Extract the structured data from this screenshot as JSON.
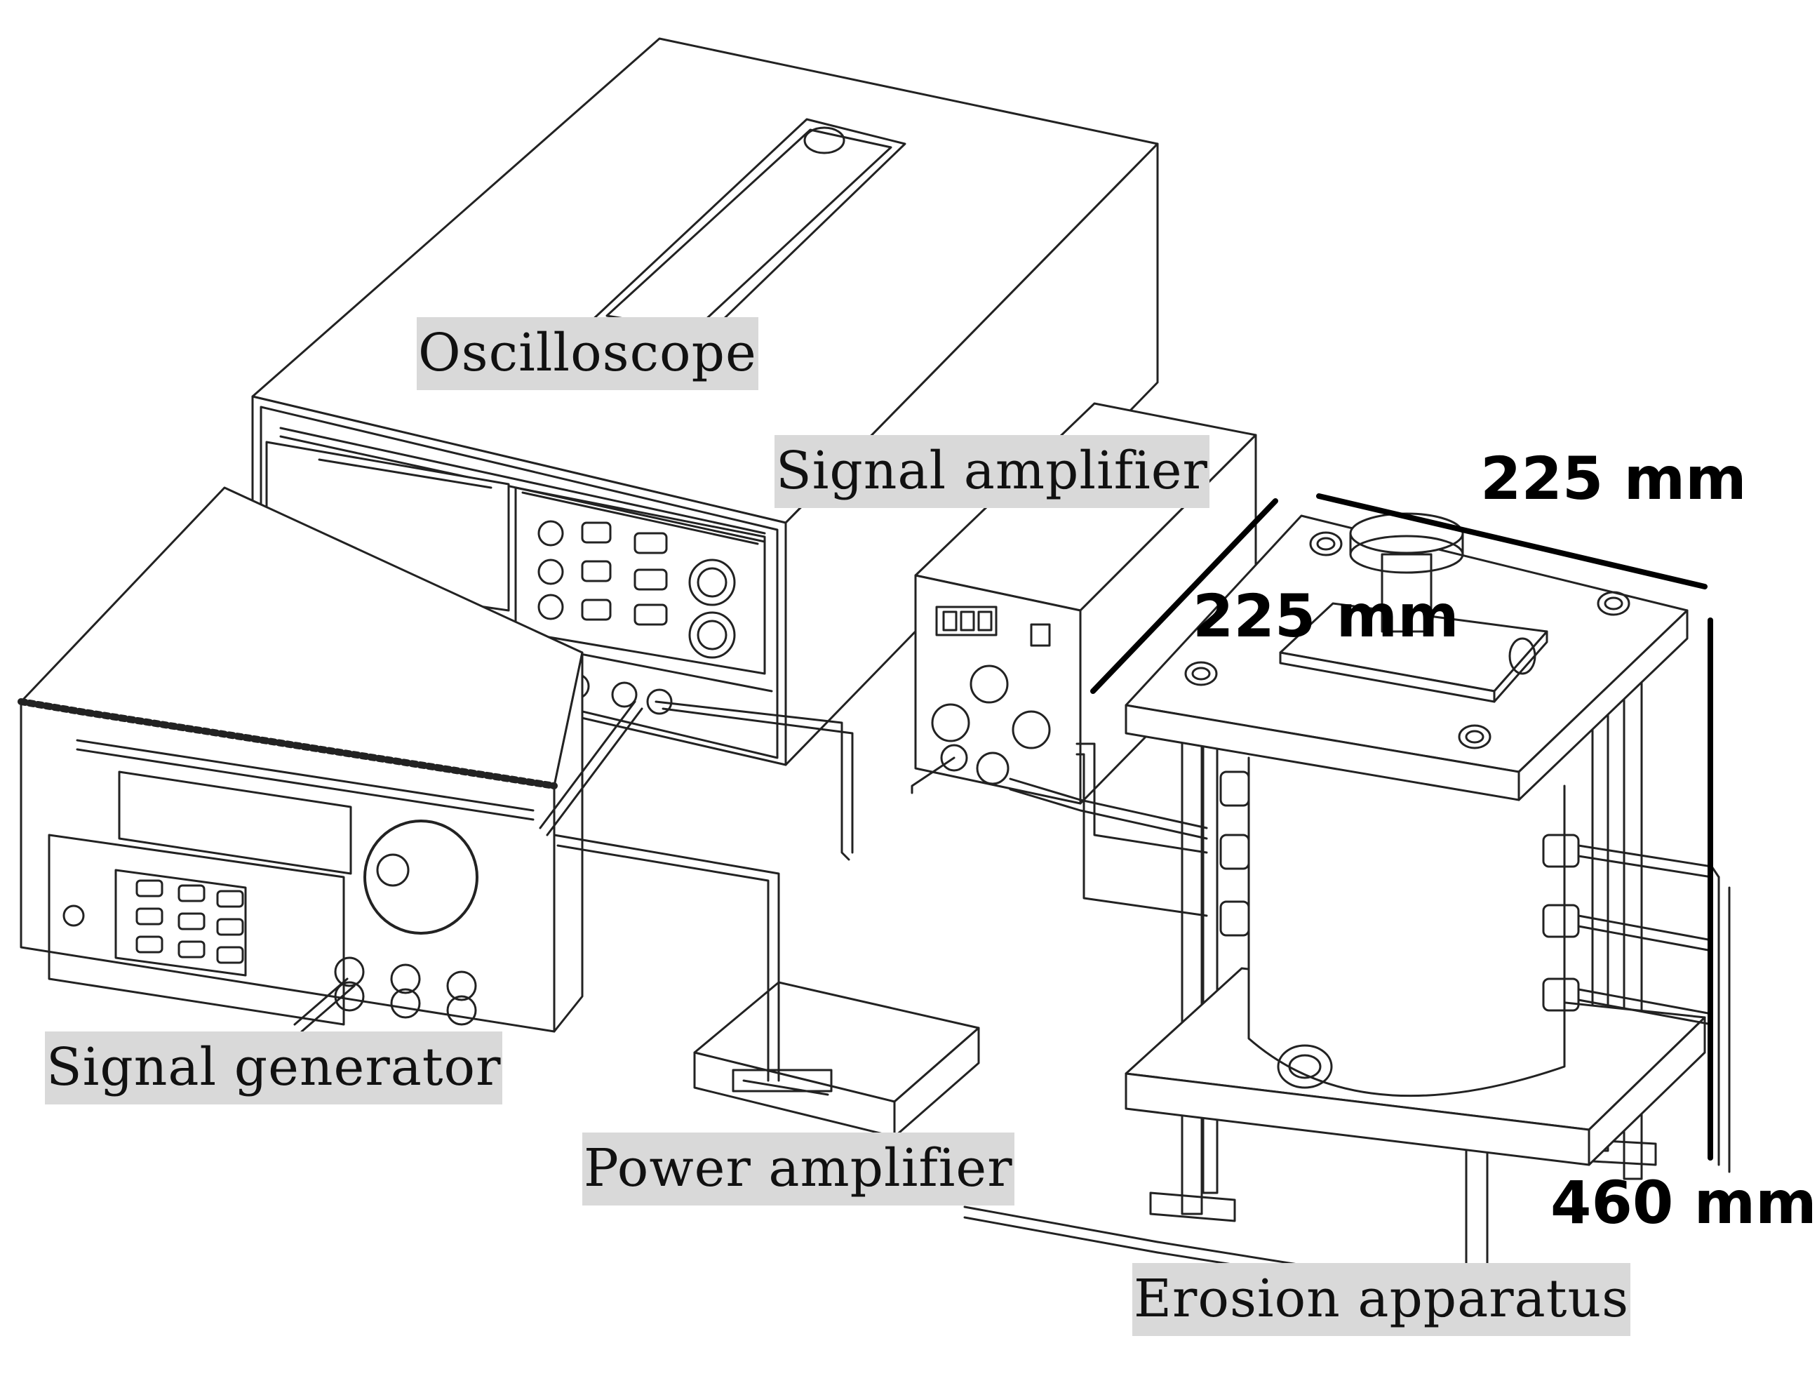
{
  "labels": {
    "oscilloscope": "Oscilloscope",
    "signal_amplifier": "Signal amplifier",
    "signal_generator": "Signal generator",
    "power_amplifier": "Power amplifier",
    "erosion_apparatus": "Erosion apparatus"
  },
  "dimensions": {
    "width_top": "225 mm",
    "depth": "225 mm",
    "height": "460 mm"
  },
  "colors": {
    "line": "#222222",
    "label_background": "#d9d9d9",
    "background": "#ffffff"
  }
}
